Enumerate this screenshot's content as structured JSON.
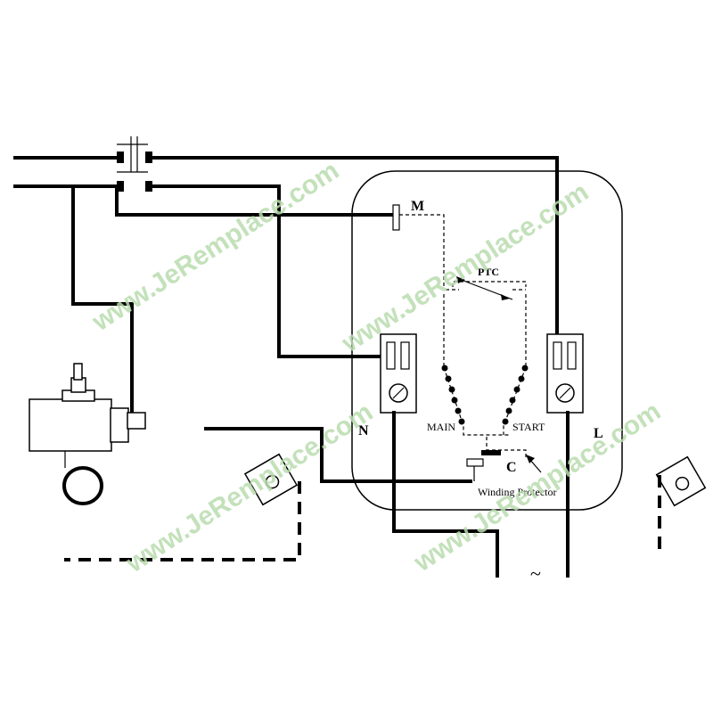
{
  "labels": {
    "m": "M",
    "ptc": "PTC",
    "n": "N",
    "l": "L",
    "main": "MAIN",
    "start": "START",
    "c": "C",
    "winding_protector": "Winding Protector",
    "ac_symbol": "~"
  },
  "watermark": "www.JeRemplace.com",
  "colors": {
    "line": "#000000",
    "watermark": "#b9dcae",
    "background": "#ffffff"
  }
}
